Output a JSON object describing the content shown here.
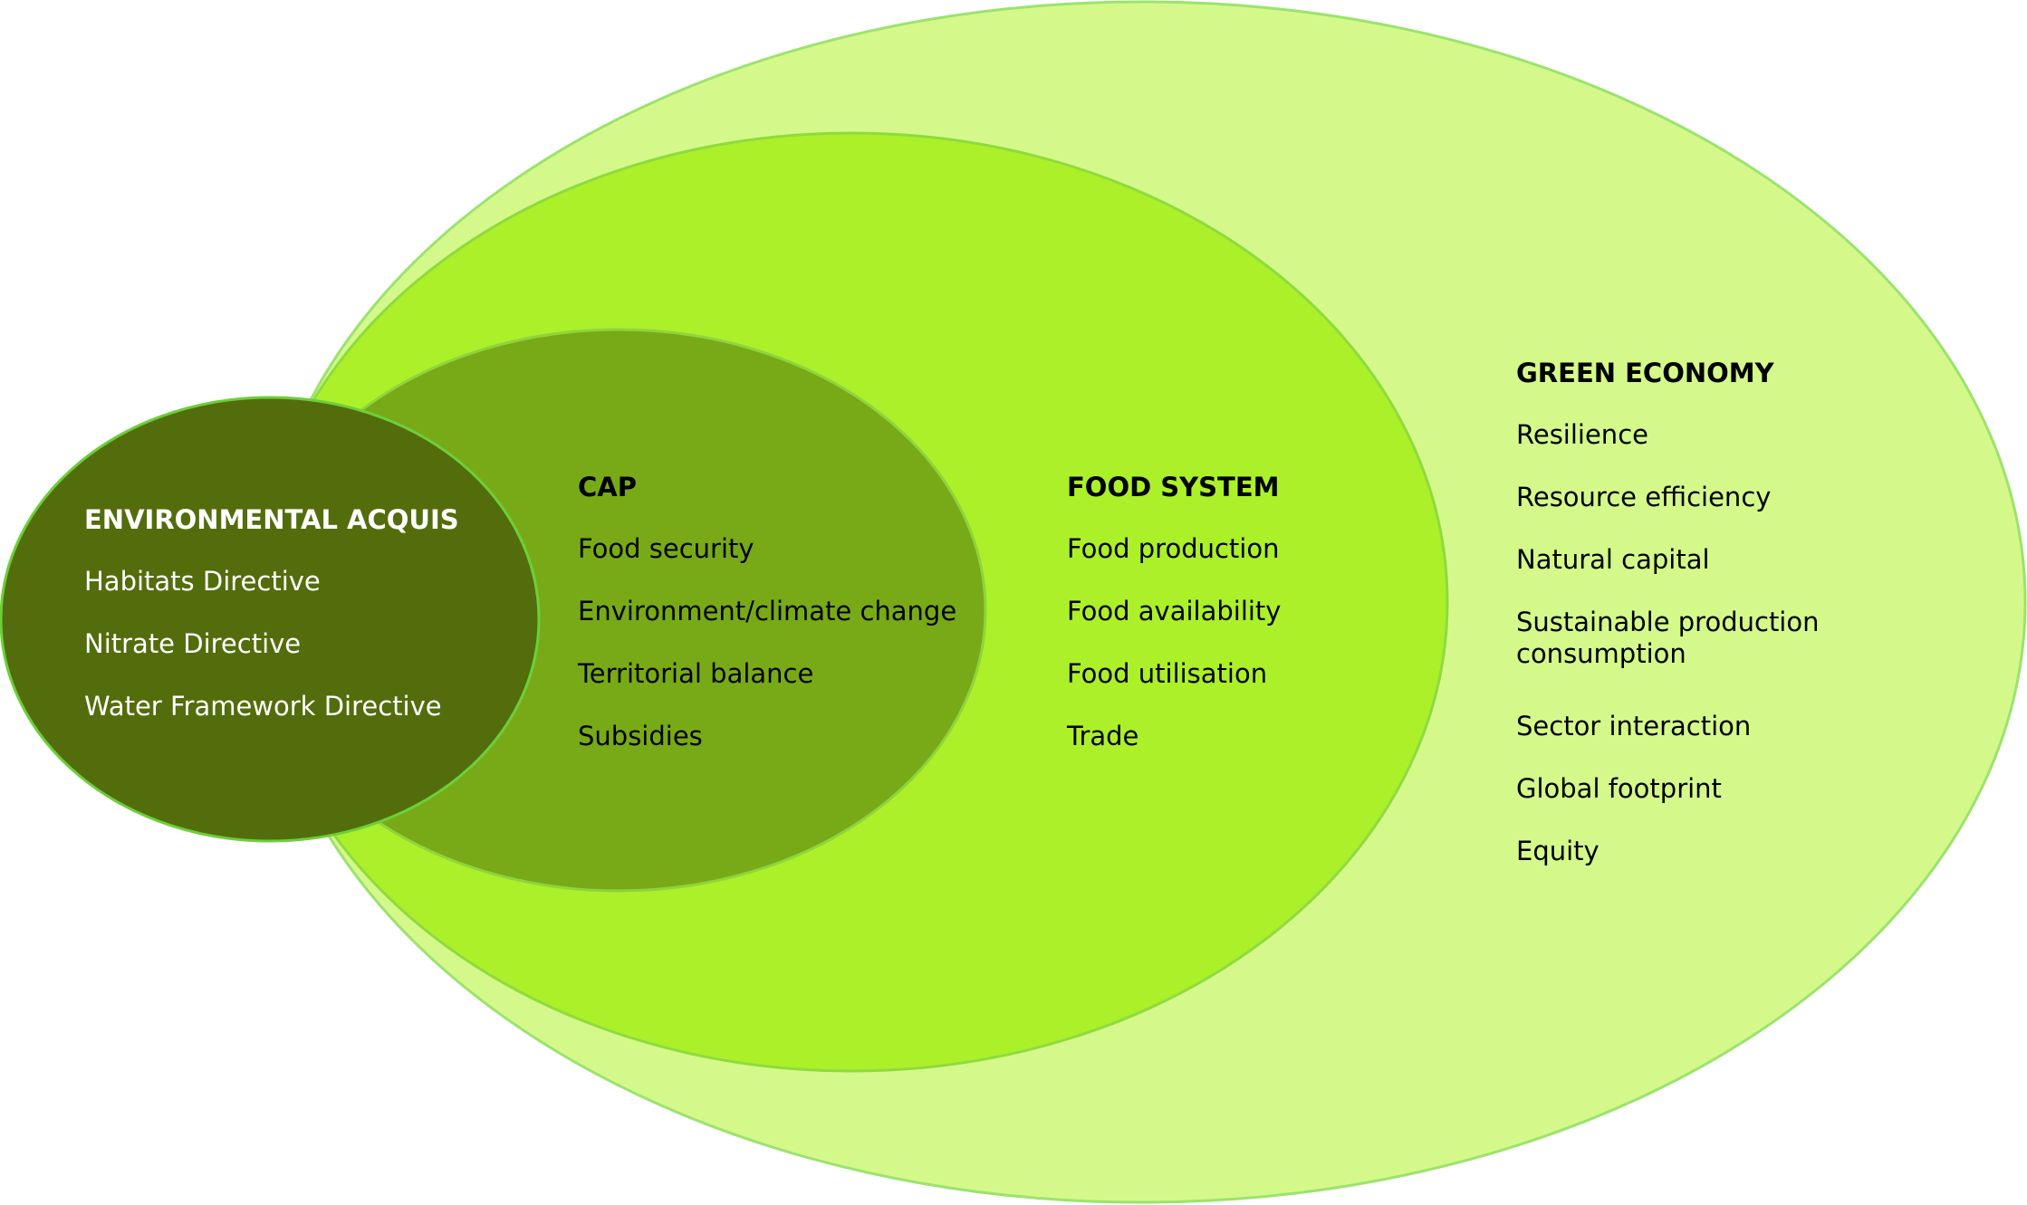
{
  "colors": {
    "green_economy_fill": "#d4f98a",
    "green_economy_stroke": "#9be36e",
    "food_system_fill": "#acf02a",
    "food_system_stroke": "#8edb3e",
    "cap_fill": "#78aa17",
    "cap_stroke": "#8fd43c",
    "env_fill": "#536d0c",
    "env_stroke": "#6ccf3a",
    "dark_text": "#000000",
    "light_text": "#ffffff"
  },
  "green_economy": {
    "title": "GREEN ECONOMY",
    "items": [
      "Resilience",
      "Resource efficiency",
      "Natural capital",
      "Sustainable production consumption",
      "Sector interaction",
      "Global footprint",
      "Equity"
    ]
  },
  "food_system": {
    "title": "FOOD SYSTEM",
    "items": [
      "Food production",
      "Food availability",
      "Food utilisation",
      "Trade"
    ]
  },
  "cap": {
    "title": "CAP",
    "items": [
      "Food security",
      "Environment/climate change",
      "Territorial balance",
      "Subsidies"
    ]
  },
  "environmental_acquis": {
    "title": "ENVIRONMENTAL ACQUIS",
    "items": [
      "Habitats Directive",
      "Nitrate Directive",
      "Water Framework Directive"
    ]
  }
}
